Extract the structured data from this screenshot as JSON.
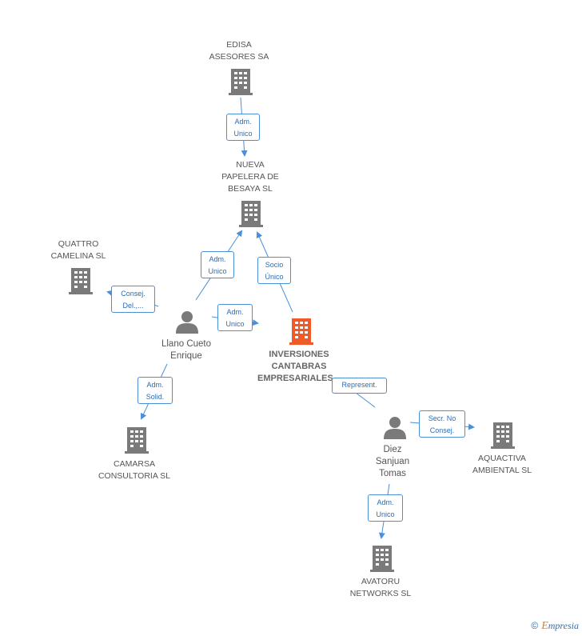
{
  "nodes": {
    "edisa": {
      "label": "EDISA\nASESORES SA"
    },
    "nueva_papelera": {
      "label": "NUEVA\nPAPELERA DE\nBESAYA SL"
    },
    "quattro": {
      "label": "QUATTRO\nCAMELINA SL"
    },
    "inversiones": {
      "label": "INVERSIONES\nCANTABRAS\nEMPRESARIALES..."
    },
    "llano": {
      "label": "Llano Cueto\nEnrique"
    },
    "camarsa": {
      "label": "CAMARSA\nCONSULTORIA SL"
    },
    "diez": {
      "label": "Diez\nSanjuan\nTomas"
    },
    "aquactiva": {
      "label": "AQUACTIVA\nAMBIENTAL SL"
    },
    "avatoru": {
      "label": "AVATORU\nNETWORKS SL"
    }
  },
  "edges": {
    "edisa_nueva": "Adm.\nUnico",
    "llano_nueva": "Adm.\nUnico",
    "inv_nueva": "Socio\nÚnico",
    "llano_quattro": "Consej.\nDel.,...",
    "llano_inv": "Adm.\nUnico",
    "llano_camarsa": "Adm.\nSolid.",
    "diez_inv": "Represent.",
    "diez_aquactiva": "Secr. No\nConsej.",
    "diez_avatoru": "Adm.\nUnico"
  },
  "footer": {
    "copyright": "©",
    "brand_initial": "E",
    "brand_rest": "mpresia"
  },
  "colors": {
    "company": "#7a7a7a",
    "main_company": "#f05a28",
    "person": "#7a7a7a",
    "edge": "#4a8fd8"
  }
}
